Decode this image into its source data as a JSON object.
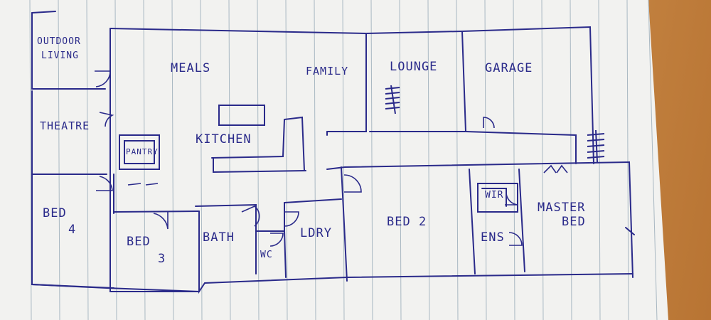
{
  "rooms": {
    "outdoor_living_1": "OUTDOOR",
    "outdoor_living_2": "LIVING",
    "meals": "MEALS",
    "family": "FAMILY",
    "lounge": "LOUNGE",
    "garage": "GARAGE",
    "theatre": "THEATRE",
    "kitchen": "KITCHEN",
    "pantry": "PANTRY",
    "bed4_a": "BED",
    "bed4_b": "4",
    "bed3_a": "BED",
    "bed3_b": "3",
    "bath": "BATH",
    "wc": "WC",
    "ldry": "LDRY",
    "bed2": "BED 2",
    "wir": "WIR",
    "ens": "ENS",
    "master_1": "MASTER",
    "master_2": "BED"
  },
  "colors": {
    "ink": "#2a2a8a",
    "paper": "#f1f1f1",
    "rule": "#a9b6bf",
    "desk": "#c8833f"
  }
}
